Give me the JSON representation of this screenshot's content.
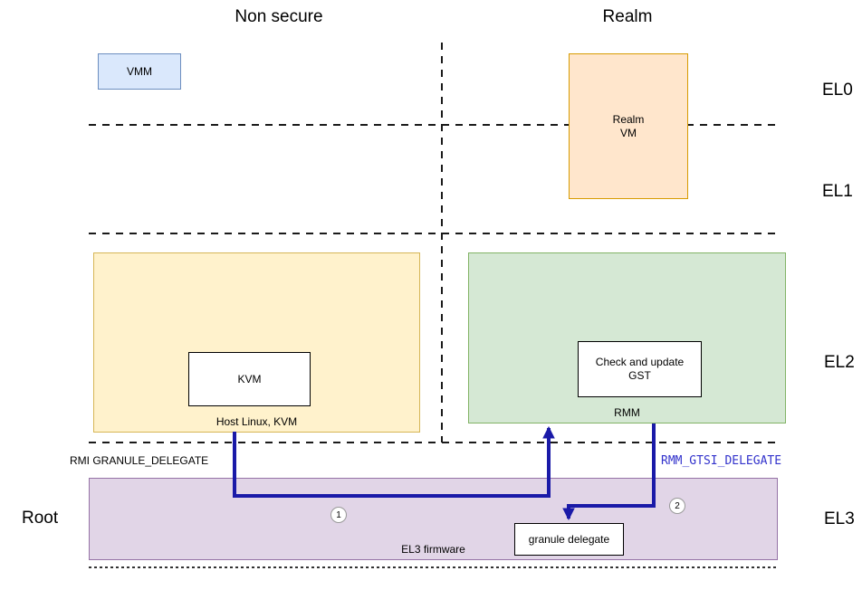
{
  "header": {
    "non_secure_title": "Non secure",
    "realm_title": "Realm"
  },
  "side_labels": {
    "el0": "EL0",
    "el1": "EL1",
    "el2": "EL2",
    "el3": "EL3",
    "root": "Root"
  },
  "non_secure_world": {
    "vmm": "VMM",
    "host_box_label": "Host Linux, KVM",
    "kvm": "KVM"
  },
  "realm_world": {
    "realm_vm": "Realm\nVM",
    "rmm_box_label": "RMM",
    "check_gst": "Check and update\nGST"
  },
  "el3_zone": {
    "firmware_label": "EL3 firmware",
    "granule_delegate": "granule delegate",
    "rmi_call": "RMI GRANULE_DELEGATE",
    "gtsi_call": "RMM_GTSI_DELEGATE",
    "step1": "1",
    "step2": "2"
  },
  "colors": {
    "vmm-fill": "#dae8fc",
    "vmm-border": "#6c8ebf",
    "realm-fill": "#ffe6cc",
    "realm-border": "#d79b00",
    "host-fill": "#fff2cc",
    "host-border": "#d6b656",
    "rmm-fill": "#d5e8d4",
    "rmm-border": "#82b366",
    "el3-fill": "#e1d5e7",
    "el3-border": "#9673a6",
    "arrow": "#1a1aa8",
    "gtsi-text": "#3333cc"
  }
}
